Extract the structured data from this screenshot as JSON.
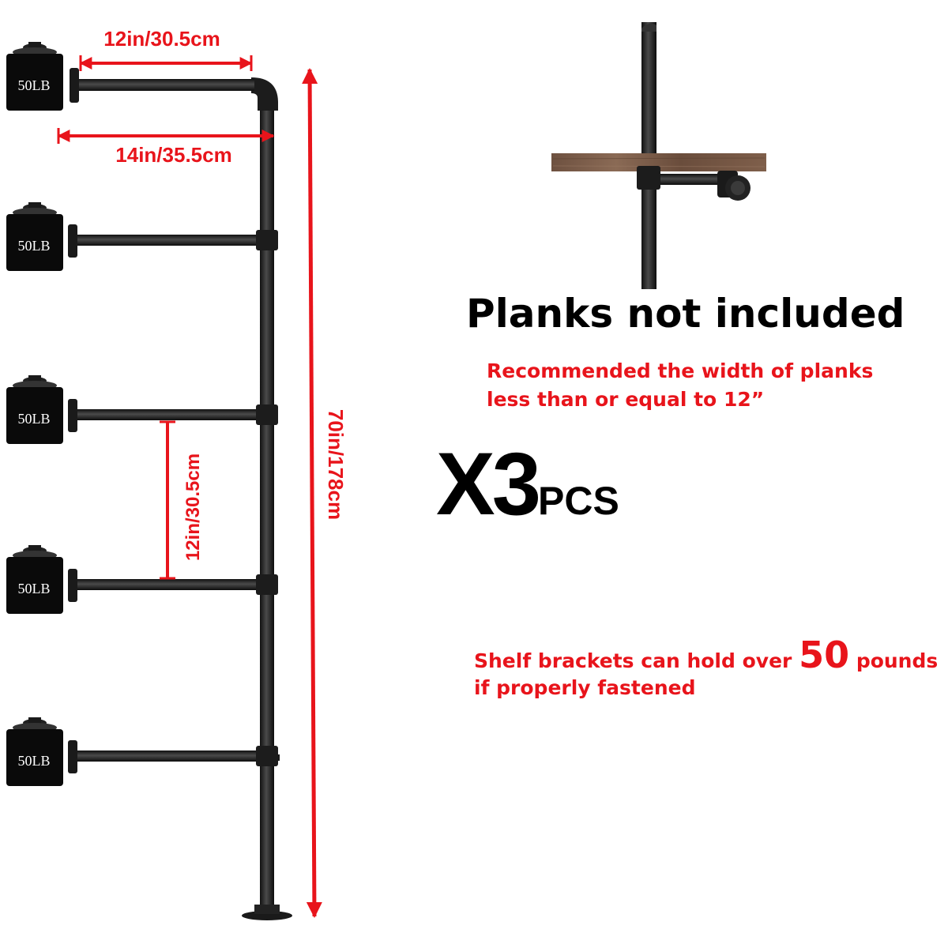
{
  "dimensions": {
    "top_arm": "12in/30.5cm",
    "arm_depth": "14in/35.5cm",
    "total_height": "70in/178cm",
    "shelf_spacing": "12in/30.5cm"
  },
  "weights": [
    "50LB",
    "50LB",
    "50LB",
    "50LB",
    "50LB"
  ],
  "planks_notice": "Planks not included",
  "recommendation_line1": "Recommended the width of planks",
  "recommendation_line2": "less than or equal to 12”",
  "quantity_prefix": "X3",
  "quantity_suffix": "PCS",
  "capacity_pre": "Shelf brackets can hold over",
  "capacity_value": "50",
  "capacity_post": "pounds",
  "capacity_line2": "if properly fastened",
  "colors": {
    "annotation_red": "#e8141b",
    "pipe": "#2a2a2a",
    "wood": "#7a5a46"
  }
}
